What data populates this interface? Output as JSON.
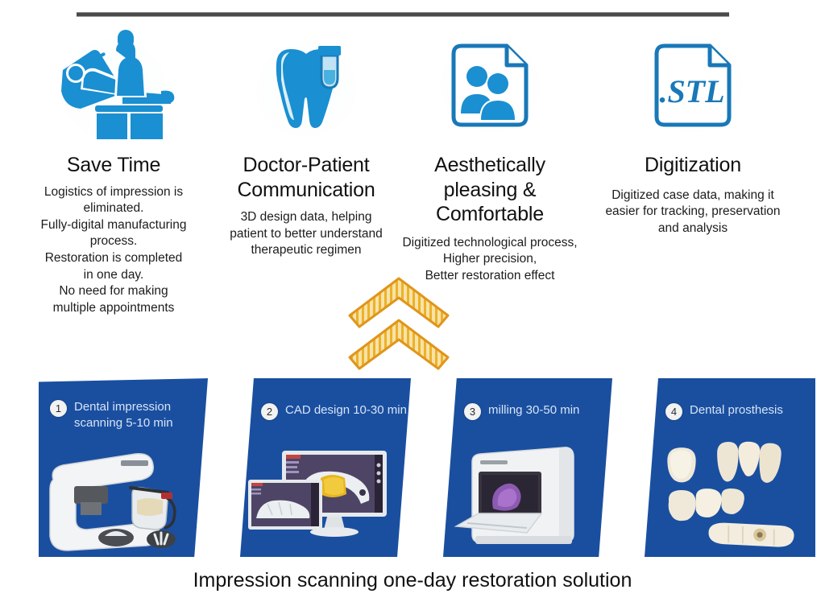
{
  "colors": {
    "icon_blue": "#1a8fd1",
    "icon_outline_blue": "#1878b8",
    "card_blue": "#1a4fa0",
    "chevron_gold": "#e8a41e",
    "text_dark": "#111111",
    "card_text": "#d8e4f5"
  },
  "features": [
    {
      "icon": "dental-chair-icon",
      "title": "Save Time",
      "body": "Logistics of impression is\neliminated.\nFully-digital manufacturing\nprocess.\nRestoration is completed\nin one day.\nNo need for making\nmultiple appointments"
    },
    {
      "icon": "tooth-vial-icon",
      "title": "Doctor-Patient\nCommunication",
      "body": "3D design data, helping\npatient to better understand\ntherapeutic regimen"
    },
    {
      "icon": "people-document-icon",
      "title": "Aesthetically\npleasing &\nComfortable",
      "body": "Digitized technological process,\nHigher precision,\nBetter restoration effect"
    },
    {
      "icon": "stl-file-icon",
      "title": "Digitization",
      "body": "Digitized case data, making it\neasier for tracking, preservation\nand analysis"
    }
  ],
  "stl_icon_label": ".STL",
  "steps": [
    {
      "number": "1",
      "text": "Dental impression\nscanning 5-10 min",
      "photo": "dental-scanner-photo"
    },
    {
      "number": "2",
      "text": "CAD design 10-30 min",
      "photo": "cad-monitor-photo"
    },
    {
      "number": "3",
      "text": "milling  30-50 min",
      "photo": "milling-machine-photo"
    },
    {
      "number": "4",
      "text": "Dental prosthesis",
      "photo": "dental-crowns-photo"
    }
  ],
  "caption": "Impression scanning one-day restoration solution"
}
